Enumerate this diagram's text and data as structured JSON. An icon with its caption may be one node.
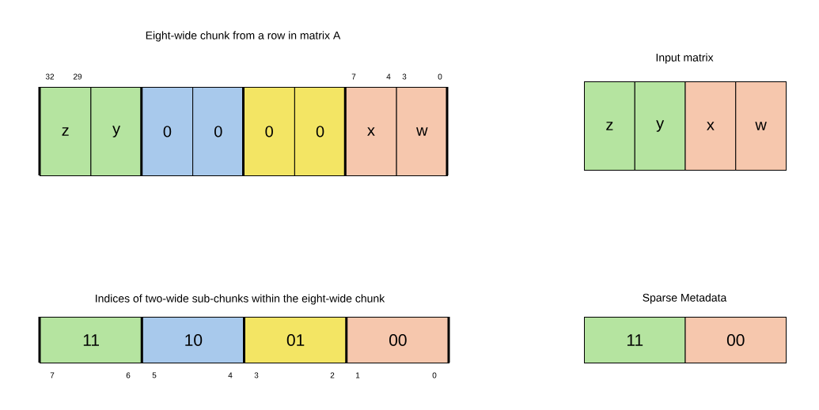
{
  "diagram": {
    "nodes": [
      {
        "text": [
          "z"
        ]
      },
      {
        "text": [
          "y"
        ]
      },
      {
        "text": [
          "0"
        ]
      },
      {
        "text": [
          "0"
        ]
      },
      {
        "text": [
          "0"
        ]
      },
      {
        "text": [
          "0"
        ]
      },
      {
        "text": [
          "x"
        ]
      },
      {
        "text": [
          "w"
        ]
      },
      {
        "text": [
          "z"
        ]
      },
      {
        "text": [
          "y"
        ]
      },
      {
        "text": [
          "x"
        ]
      },
      {
        "text": [
          "w"
        ]
      },
      {
        "text": [
          "11"
        ]
      },
      {
        "text": [
          "10"
        ]
      },
      {
        "text": [
          "01"
        ]
      },
      {
        "text": [
          "00"
        ]
      },
      {
        "text": [
          "11"
        ]
      },
      {
        "text": [
          "00"
        ]
      }
    ],
    "labels": [
      "Eight-wide chunk from a row in matrix A",
      "Input matrix",
      "32",
      "29",
      "7",
      "4",
      "3",
      "0",
      "Indices of two-wide sub-chunks within the eight-wide chunk",
      "Sparse Metadata",
      "7",
      "6",
      "5",
      "4",
      "3",
      "2",
      "1",
      "0"
    ]
  }
}
